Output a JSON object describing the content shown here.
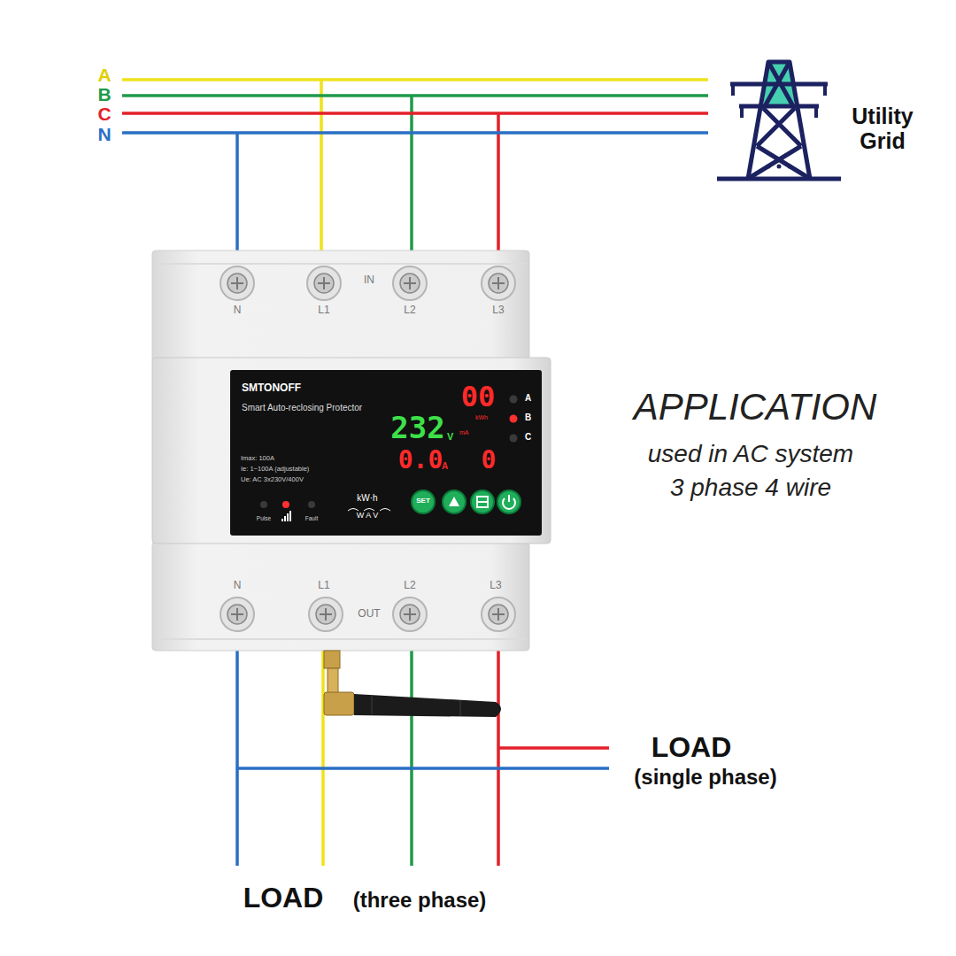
{
  "diagram": {
    "nodes": [
      {
        "text": [
          "SMTONOFF",
          "Smart Auto-reclosing Protector",
          "Imax: 100A",
          "Ie: 1~100A (adjustable)",
          "Ue: AC 3x230V/400V",
          "232",
          "V",
          "00",
          "kWh",
          "mA",
          "0.0",
          "A",
          "0",
          "A",
          "B",
          "C",
          "SET",
          "Pulse",
          "Fault",
          "kW·h",
          "W A V"
        ]
      }
    ],
    "labels": [
      "A",
      "B",
      "C",
      "N",
      "Utility Grid",
      "N",
      "L1",
      "IN",
      "L2",
      "L3",
      "N",
      "L1",
      "OUT",
      "L2",
      "L3",
      "APPLICATION",
      "used in AC system 3 phase 4 wire",
      "LOAD",
      "(single phase)",
      "LOAD",
      "(three phase)"
    ]
  }
}
